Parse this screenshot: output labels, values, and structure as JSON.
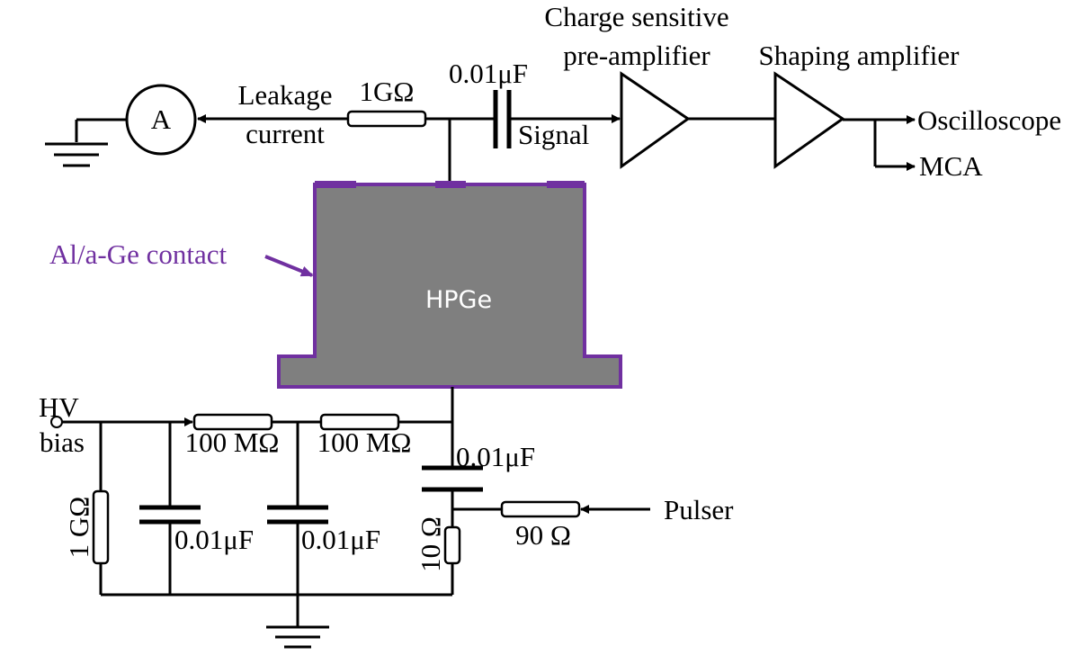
{
  "diagram": {
    "detector_label": "HPGe",
    "contact_label": "Al/a-Ge contact",
    "ammeter_symbol": "A",
    "leakage_current_line1": "Leakage",
    "leakage_current_line2": "current",
    "feedback_resistor": "1GΩ",
    "coupling_capacitor": "0.01μF",
    "signal_label": "Signal",
    "preamp_line1": "Charge sensitive",
    "preamp_line2": "pre-amplifier",
    "shaping_amp_label": "Shaping amplifier",
    "output_oscilloscope": "Oscilloscope",
    "output_mca": "MCA",
    "hv_line1": "HV",
    "hv_line2": "bias",
    "bias_resistor_1": "100 MΩ",
    "bias_resistor_2": "100 MΩ",
    "hv_shunt_resistor": "1 GΩ",
    "filter_cap_1": "0.01μF",
    "filter_cap_2": "0.01μF",
    "test_cap": "0.01μF",
    "pulser_label": "Pulser",
    "pulser_resistor": "90 Ω",
    "termination_resistor": "10 Ω"
  },
  "colors": {
    "detector_fill": "#7f7f7f",
    "contact": "#7030a0",
    "wire": "#000000"
  }
}
